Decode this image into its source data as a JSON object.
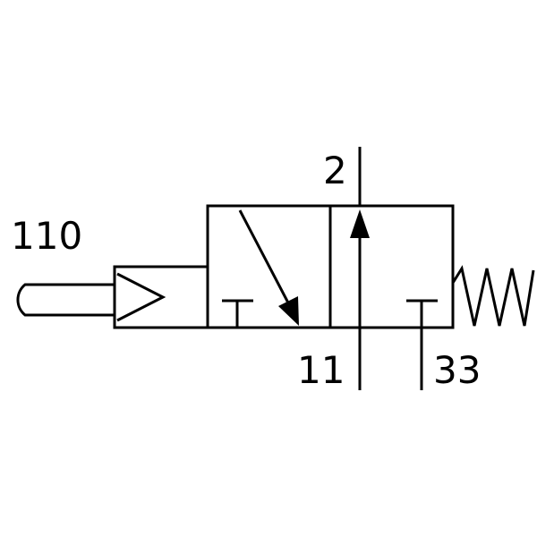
{
  "colors": {
    "stroke": "#000000",
    "background": "#ffffff"
  },
  "labels": {
    "actuator_port": "110",
    "output_port": "2",
    "supply_port": "11",
    "exhaust_port": "33"
  }
}
